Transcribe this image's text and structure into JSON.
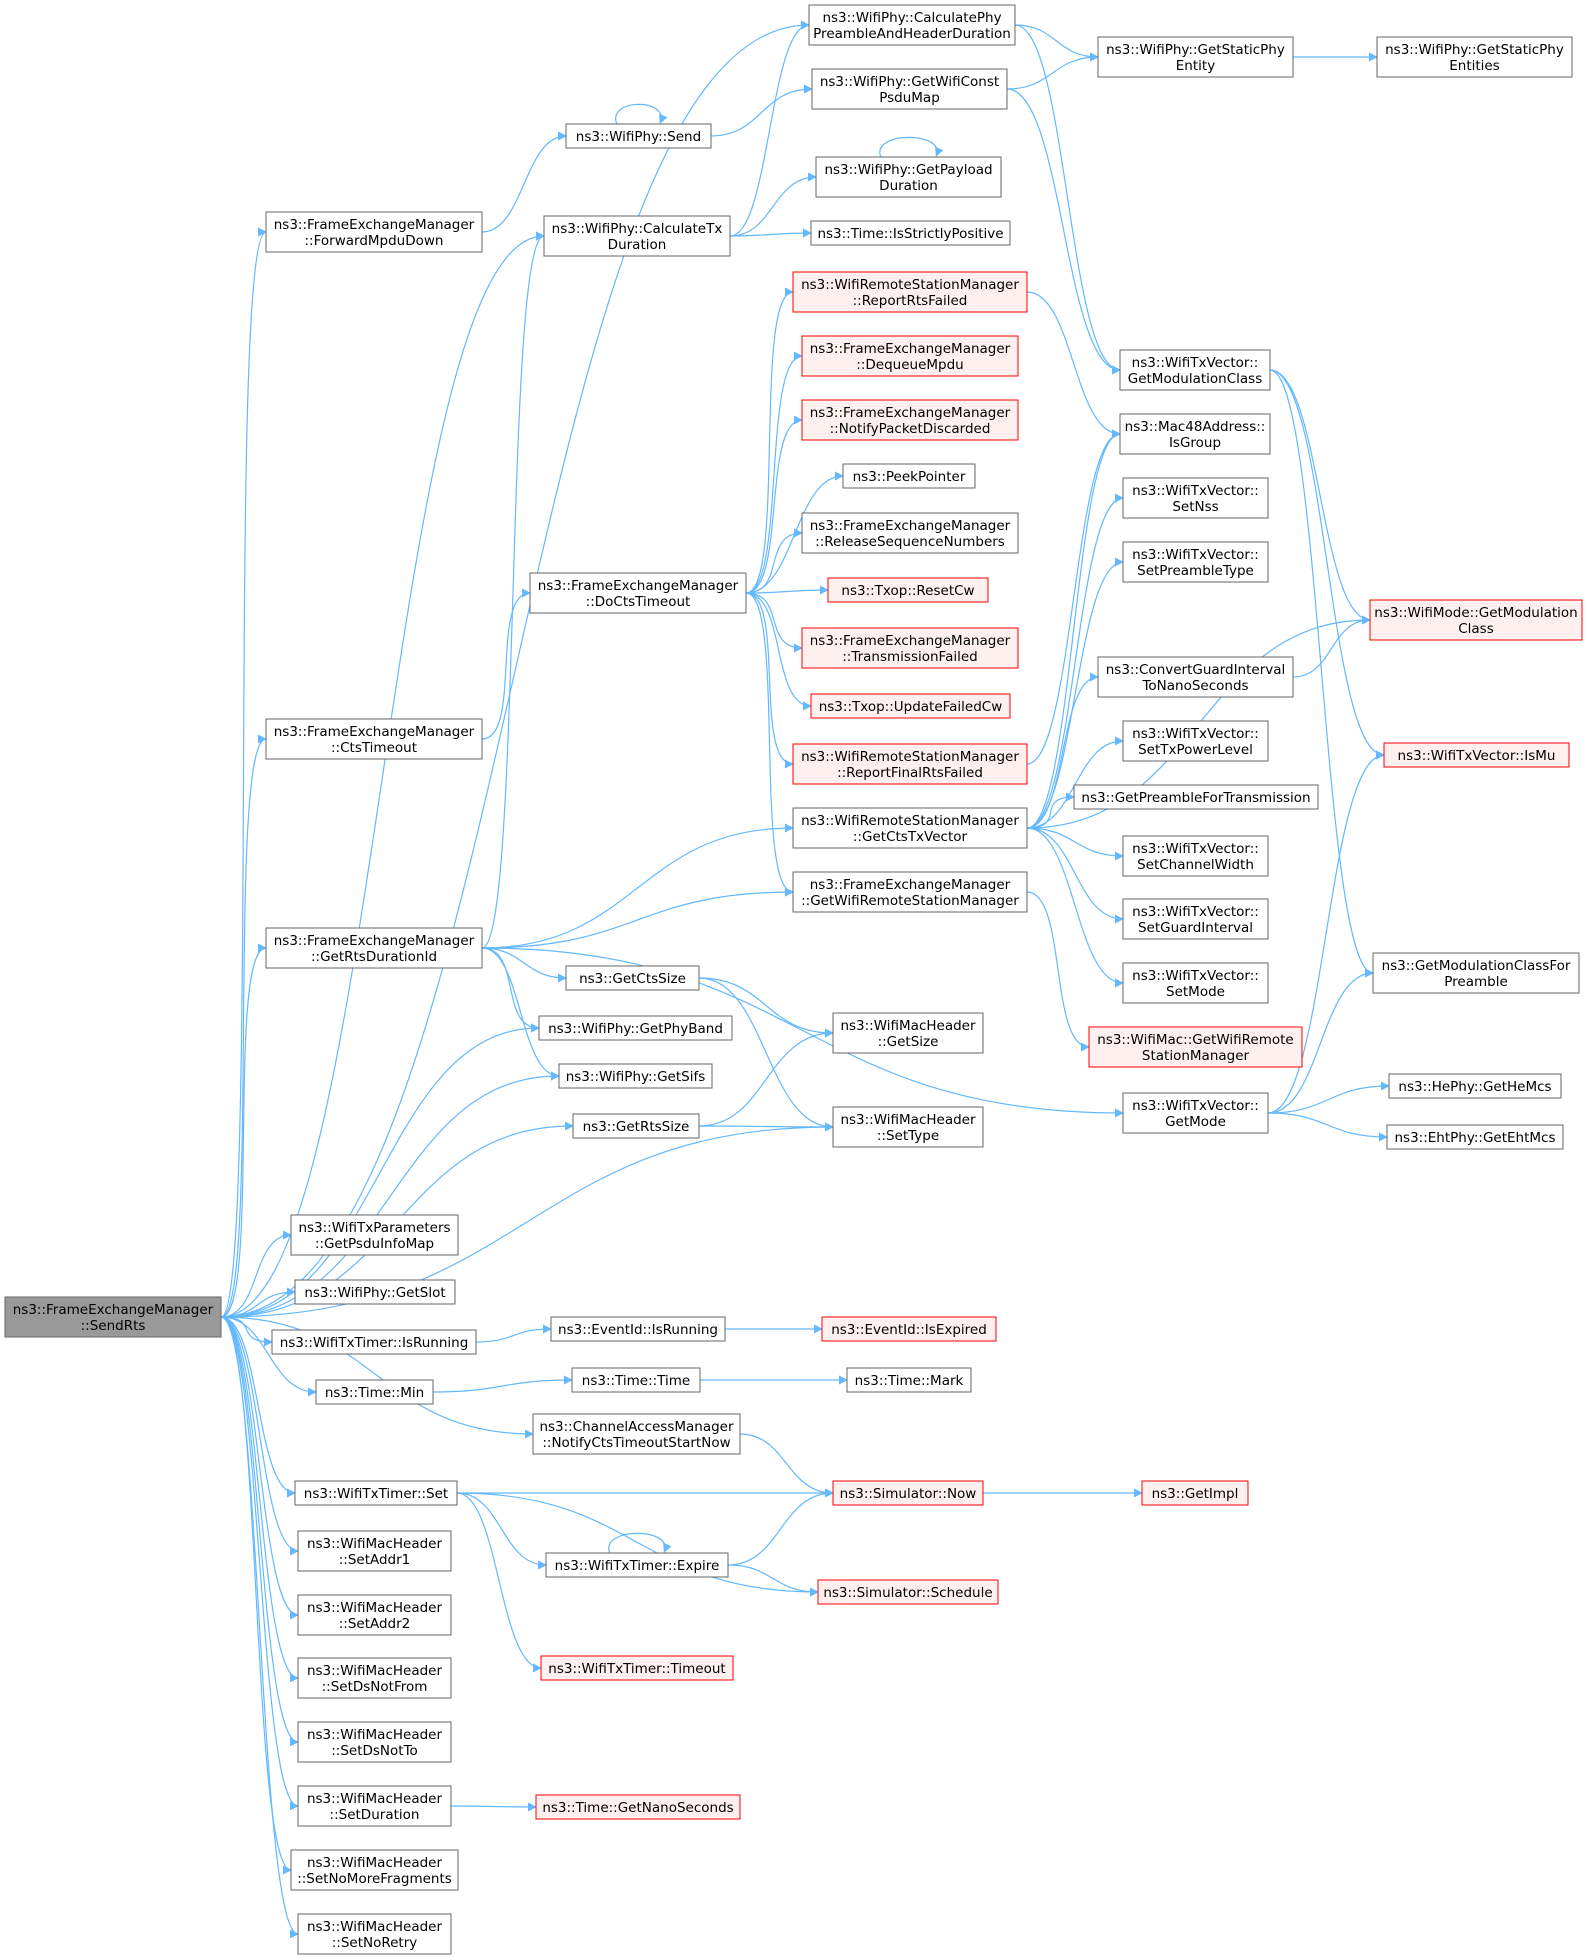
{
  "colors": {
    "edge": "#63b8ff",
    "node_border": "#666666",
    "node_fill": "#ffffff",
    "root_fill": "#999999",
    "truncated_border": "#ff0000",
    "truncated_fill": "#fff0f0"
  },
  "nodes": [
    {
      "id": "root",
      "lines": [
        "ns3::FrameExchangeManager",
        "::SendRts"
      ],
      "style": "root"
    },
    {
      "id": "calcPhy",
      "lines": [
        "ns3::WifiPhy::CalculatePhy",
        "PreambleAndHeaderDuration"
      ],
      "style": "normal"
    },
    {
      "id": "staticPhyEntity",
      "lines": [
        "ns3::WifiPhy::GetStaticPhy",
        "Entity"
      ],
      "style": "normal"
    },
    {
      "id": "staticPhyEntities",
      "lines": [
        "ns3::WifiPhy::GetStaticPhy",
        "Entities"
      ],
      "style": "normal"
    },
    {
      "id": "psduMap",
      "lines": [
        "ns3::WifiPhy::GetWifiConst",
        "PsduMap"
      ],
      "style": "normal"
    },
    {
      "id": "phySend",
      "lines": [
        "ns3::WifiPhy::Send"
      ],
      "style": "normal"
    },
    {
      "id": "payloadDur",
      "lines": [
        "ns3::WifiPhy::GetPayload",
        "Duration"
      ],
      "style": "normal"
    },
    {
      "id": "fwdMpdu",
      "lines": [
        "ns3::FrameExchangeManager",
        "::ForwardMpduDown"
      ],
      "style": "normal"
    },
    {
      "id": "calcTx",
      "lines": [
        "ns3::WifiPhy::CalculateTx",
        "Duration"
      ],
      "style": "normal"
    },
    {
      "id": "strictlyPos",
      "lines": [
        "ns3::Time::IsStrictlyPositive"
      ],
      "style": "normal"
    },
    {
      "id": "reportRtsFailed",
      "lines": [
        "ns3::WifiRemoteStationManager",
        "::ReportRtsFailed"
      ],
      "style": "truncated"
    },
    {
      "id": "modClass",
      "lines": [
        "ns3::WifiTxVector::",
        "GetModulationClass"
      ],
      "style": "normal"
    },
    {
      "id": "dequeueMpdu",
      "lines": [
        "ns3::FrameExchangeManager",
        "::DequeueMpdu"
      ],
      "style": "truncated"
    },
    {
      "id": "notifyDiscard",
      "lines": [
        "ns3::FrameExchangeManager",
        "::NotifyPacketDiscarded"
      ],
      "style": "truncated"
    },
    {
      "id": "isGroup",
      "lines": [
        "ns3::Mac48Address::",
        "IsGroup"
      ],
      "style": "normal"
    },
    {
      "id": "peekPointer",
      "lines": [
        "ns3::PeekPointer"
      ],
      "style": "normal"
    },
    {
      "id": "setNss",
      "lines": [
        "ns3::WifiTxVector::",
        "SetNss"
      ],
      "style": "normal"
    },
    {
      "id": "releaseSeq",
      "lines": [
        "ns3::FrameExchangeManager",
        "::ReleaseSequenceNumbers"
      ],
      "style": "normal"
    },
    {
      "id": "setPreamble",
      "lines": [
        "ns3::WifiTxVector::",
        "SetPreambleType"
      ],
      "style": "normal"
    },
    {
      "id": "doCtsTimeout",
      "lines": [
        "ns3::FrameExchangeManager",
        "::DoCtsTimeout"
      ],
      "style": "normal"
    },
    {
      "id": "resetCw",
      "lines": [
        "ns3::Txop::ResetCw"
      ],
      "style": "truncated"
    },
    {
      "id": "modeModClass",
      "lines": [
        "ns3::WifiMode::GetModulation",
        "Class"
      ],
      "style": "truncated"
    },
    {
      "id": "txFailed",
      "lines": [
        "ns3::FrameExchangeManager",
        "::TransmissionFailed"
      ],
      "style": "truncated"
    },
    {
      "id": "convertGI",
      "lines": [
        "ns3::ConvertGuardInterval",
        "ToNanoSeconds"
      ],
      "style": "normal"
    },
    {
      "id": "updateFailedCw",
      "lines": [
        "ns3::Txop::UpdateFailedCw"
      ],
      "style": "truncated"
    },
    {
      "id": "ctsTimeout",
      "lines": [
        "ns3::FrameExchangeManager",
        "::CtsTimeout"
      ],
      "style": "normal"
    },
    {
      "id": "setTxPower",
      "lines": [
        "ns3::WifiTxVector::",
        "SetTxPowerLevel"
      ],
      "style": "normal"
    },
    {
      "id": "reportFinalRts",
      "lines": [
        "ns3::WifiRemoteStationManager",
        "::ReportFinalRtsFailed"
      ],
      "style": "truncated"
    },
    {
      "id": "isMu",
      "lines": [
        "ns3::WifiTxVector::IsMu"
      ],
      "style": "truncated"
    },
    {
      "id": "preambleForTx",
      "lines": [
        "ns3::GetPreambleForTransmission"
      ],
      "style": "normal"
    },
    {
      "id": "ctsTxVector",
      "lines": [
        "ns3::WifiRemoteStationManager",
        "::GetCtsTxVector"
      ],
      "style": "normal"
    },
    {
      "id": "setChannelWidth",
      "lines": [
        "ns3::WifiTxVector::",
        "SetChannelWidth"
      ],
      "style": "normal"
    },
    {
      "id": "getWrsm",
      "lines": [
        "ns3::FrameExchangeManager",
        "::GetWifiRemoteStationManager"
      ],
      "style": "normal"
    },
    {
      "id": "setGI",
      "lines": [
        "ns3::WifiTxVector::",
        "SetGuardInterval"
      ],
      "style": "normal"
    },
    {
      "id": "rtsDurId",
      "lines": [
        "ns3::FrameExchangeManager",
        "::GetRtsDurationId"
      ],
      "style": "normal"
    },
    {
      "id": "ctsSize",
      "lines": [
        "ns3::GetCtsSize"
      ],
      "style": "normal"
    },
    {
      "id": "modClassPreamble",
      "lines": [
        "ns3::GetModulationClassFor",
        "Preamble"
      ],
      "style": "normal"
    },
    {
      "id": "setMode",
      "lines": [
        "ns3::WifiTxVector::",
        "SetMode"
      ],
      "style": "normal"
    },
    {
      "id": "phyBand",
      "lines": [
        "ns3::WifiPhy::GetPhyBand"
      ],
      "style": "normal"
    },
    {
      "id": "macGetSize",
      "lines": [
        "ns3::WifiMacHeader",
        "::GetSize"
      ],
      "style": "normal"
    },
    {
      "id": "macGetWrsm",
      "lines": [
        "ns3::WifiMac::GetWifiRemote",
        "StationManager"
      ],
      "style": "truncated"
    },
    {
      "id": "getSifs",
      "lines": [
        "ns3::WifiPhy::GetSifs"
      ],
      "style": "normal"
    },
    {
      "id": "getHeMcs",
      "lines": [
        "ns3::HePhy::GetHeMcs"
      ],
      "style": "normal"
    },
    {
      "id": "getMode",
      "lines": [
        "ns3::WifiTxVector::",
        "GetMode"
      ],
      "style": "normal"
    },
    {
      "id": "rtsSize",
      "lines": [
        "ns3::GetRtsSize"
      ],
      "style": "normal"
    },
    {
      "id": "setType",
      "lines": [
        "ns3::WifiMacHeader",
        "::SetType"
      ],
      "style": "normal"
    },
    {
      "id": "getEhtMcs",
      "lines": [
        "ns3::EhtPhy::GetEhtMcs"
      ],
      "style": "normal"
    },
    {
      "id": "psduInfoMap",
      "lines": [
        "ns3::WifiTxParameters",
        "::GetPsduInfoMap"
      ],
      "style": "normal"
    },
    {
      "id": "getSlot",
      "lines": [
        "ns3::WifiPhy::GetSlot"
      ],
      "style": "normal"
    },
    {
      "id": "timerIsRunning",
      "lines": [
        "ns3::WifiTxTimer::IsRunning"
      ],
      "style": "normal"
    },
    {
      "id": "eventIsRunning",
      "lines": [
        "ns3::EventId::IsRunning"
      ],
      "style": "normal"
    },
    {
      "id": "eventIsExpired",
      "lines": [
        "ns3::EventId::IsExpired"
      ],
      "style": "truncated"
    },
    {
      "id": "timeMin",
      "lines": [
        "ns3::Time::Min"
      ],
      "style": "normal"
    },
    {
      "id": "timeTime",
      "lines": [
        "ns3::Time::Time"
      ],
      "style": "normal"
    },
    {
      "id": "timeMark",
      "lines": [
        "ns3::Time::Mark"
      ],
      "style": "normal"
    },
    {
      "id": "notifyCtsStart",
      "lines": [
        "ns3::ChannelAccessManager",
        "::NotifyCtsTimeoutStartNow"
      ],
      "style": "normal"
    },
    {
      "id": "timerSet",
      "lines": [
        "ns3::WifiTxTimer::Set"
      ],
      "style": "normal"
    },
    {
      "id": "simNow",
      "lines": [
        "ns3::Simulator::Now"
      ],
      "style": "truncated"
    },
    {
      "id": "getImpl",
      "lines": [
        "ns3::GetImpl"
      ],
      "style": "truncated"
    },
    {
      "id": "setAddr1",
      "lines": [
        "ns3::WifiMacHeader",
        "::SetAddr1"
      ],
      "style": "normal"
    },
    {
      "id": "timerExpire",
      "lines": [
        "ns3::WifiTxTimer::Expire"
      ],
      "style": "normal"
    },
    {
      "id": "simSchedule",
      "lines": [
        "ns3::Simulator::Schedule"
      ],
      "style": "truncated"
    },
    {
      "id": "setAddr2",
      "lines": [
        "ns3::WifiMacHeader",
        "::SetAddr2"
      ],
      "style": "normal"
    },
    {
      "id": "setDsNotFrom",
      "lines": [
        "ns3::WifiMacHeader",
        "::SetDsNotFrom"
      ],
      "style": "normal"
    },
    {
      "id": "timerTimeout",
      "lines": [
        "ns3::WifiTxTimer::Timeout"
      ],
      "style": "truncated"
    },
    {
      "id": "setDsNotTo",
      "lines": [
        "ns3::WifiMacHeader",
        "::SetDsNotTo"
      ],
      "style": "normal"
    },
    {
      "id": "setDuration",
      "lines": [
        "ns3::WifiMacHeader",
        "::SetDuration"
      ],
      "style": "normal"
    },
    {
      "id": "getNanoSeconds",
      "lines": [
        "ns3::Time::GetNanoSeconds"
      ],
      "style": "truncated"
    },
    {
      "id": "setNoMoreFrag",
      "lines": [
        "ns3::WifiMacHeader",
        "::SetNoMoreFragments"
      ],
      "style": "normal"
    },
    {
      "id": "setNoRetry",
      "lines": [
        "ns3::WifiMacHeader",
        "::SetNoRetry"
      ],
      "style": "normal"
    }
  ],
  "edges": [
    [
      "root",
      "calcPhy"
    ],
    [
      "root",
      "fwdMpdu"
    ],
    [
      "root",
      "calcTx"
    ],
    [
      "root",
      "ctsTimeout"
    ],
    [
      "root",
      "rtsDurId"
    ],
    [
      "root",
      "phyBand"
    ],
    [
      "root",
      "getSifs"
    ],
    [
      "root",
      "rtsSize"
    ],
    [
      "root",
      "setType"
    ],
    [
      "root",
      "psduInfoMap"
    ],
    [
      "root",
      "getSlot"
    ],
    [
      "root",
      "timerIsRunning"
    ],
    [
      "root",
      "timeMin"
    ],
    [
      "root",
      "notifyCtsStart"
    ],
    [
      "root",
      "timerSet"
    ],
    [
      "root",
      "setAddr1"
    ],
    [
      "root",
      "setAddr2"
    ],
    [
      "root",
      "setDsNotFrom"
    ],
    [
      "root",
      "setDsNotTo"
    ],
    [
      "root",
      "setDuration"
    ],
    [
      "root",
      "setNoMoreFrag"
    ],
    [
      "root",
      "setNoRetry"
    ],
    [
      "calcPhy",
      "staticPhyEntity"
    ],
    [
      "calcPhy",
      "modClass"
    ],
    [
      "staticPhyEntity",
      "staticPhyEntities"
    ],
    [
      "psduMap",
      "staticPhyEntity"
    ],
    [
      "psduMap",
      "modClass"
    ],
    [
      "phySend",
      "phySend"
    ],
    [
      "phySend",
      "psduMap"
    ],
    [
      "payloadDur",
      "payloadDur"
    ],
    [
      "fwdMpdu",
      "phySend"
    ],
    [
      "calcTx",
      "calcPhy"
    ],
    [
      "calcTx",
      "payloadDur"
    ],
    [
      "calcTx",
      "strictlyPos"
    ],
    [
      "reportRtsFailed",
      "isGroup"
    ],
    [
      "modClass",
      "modeModClass"
    ],
    [
      "modClass",
      "isMu"
    ],
    [
      "modClass",
      "modClassPreamble"
    ],
    [
      "doCtsTimeout",
      "reportRtsFailed"
    ],
    [
      "doCtsTimeout",
      "dequeueMpdu"
    ],
    [
      "doCtsTimeout",
      "notifyDiscard"
    ],
    [
      "doCtsTimeout",
      "peekPointer"
    ],
    [
      "doCtsTimeout",
      "releaseSeq"
    ],
    [
      "doCtsTimeout",
      "resetCw"
    ],
    [
      "doCtsTimeout",
      "txFailed"
    ],
    [
      "doCtsTimeout",
      "updateFailedCw"
    ],
    [
      "doCtsTimeout",
      "reportFinalRts"
    ],
    [
      "doCtsTimeout",
      "getWrsm"
    ],
    [
      "convertGI",
      "modeModClass"
    ],
    [
      "ctsTimeout",
      "doCtsTimeout"
    ],
    [
      "reportFinalRts",
      "isGroup"
    ],
    [
      "ctsTxVector",
      "isGroup"
    ],
    [
      "ctsTxVector",
      "setNss"
    ],
    [
      "ctsTxVector",
      "setPreamble"
    ],
    [
      "ctsTxVector",
      "modeModClass"
    ],
    [
      "ctsTxVector",
      "convertGI"
    ],
    [
      "ctsTxVector",
      "setTxPower"
    ],
    [
      "ctsTxVector",
      "preambleForTx"
    ],
    [
      "ctsTxVector",
      "setChannelWidth"
    ],
    [
      "ctsTxVector",
      "setGI"
    ],
    [
      "ctsTxVector",
      "setMode"
    ],
    [
      "getWrsm",
      "macGetWrsm"
    ],
    [
      "rtsDurId",
      "calcTx"
    ],
    [
      "rtsDurId",
      "ctsTxVector"
    ],
    [
      "rtsDurId",
      "getWrsm"
    ],
    [
      "rtsDurId",
      "ctsSize"
    ],
    [
      "rtsDurId",
      "phyBand"
    ],
    [
      "rtsDurId",
      "getSifs"
    ],
    [
      "rtsDurId",
      "getMode"
    ],
    [
      "ctsSize",
      "macGetSize"
    ],
    [
      "ctsSize",
      "setType"
    ],
    [
      "getMode",
      "isMu"
    ],
    [
      "getMode",
      "modClassPreamble"
    ],
    [
      "getMode",
      "getHeMcs"
    ],
    [
      "getMode",
      "getEhtMcs"
    ],
    [
      "rtsSize",
      "macGetSize"
    ],
    [
      "rtsSize",
      "setType"
    ],
    [
      "timerIsRunning",
      "eventIsRunning"
    ],
    [
      "eventIsRunning",
      "eventIsExpired"
    ],
    [
      "timeMin",
      "timeTime"
    ],
    [
      "timeTime",
      "timeMark"
    ],
    [
      "notifyCtsStart",
      "simNow"
    ],
    [
      "timerSet",
      "simNow"
    ],
    [
      "timerSet",
      "timerExpire"
    ],
    [
      "timerSet",
      "simSchedule"
    ],
    [
      "timerSet",
      "timerTimeout"
    ],
    [
      "simNow",
      "getImpl"
    ],
    [
      "timerExpire",
      "timerExpire"
    ],
    [
      "timerExpire",
      "simNow"
    ],
    [
      "timerExpire",
      "simSchedule"
    ],
    [
      "setDuration",
      "getNanoSeconds"
    ]
  ]
}
